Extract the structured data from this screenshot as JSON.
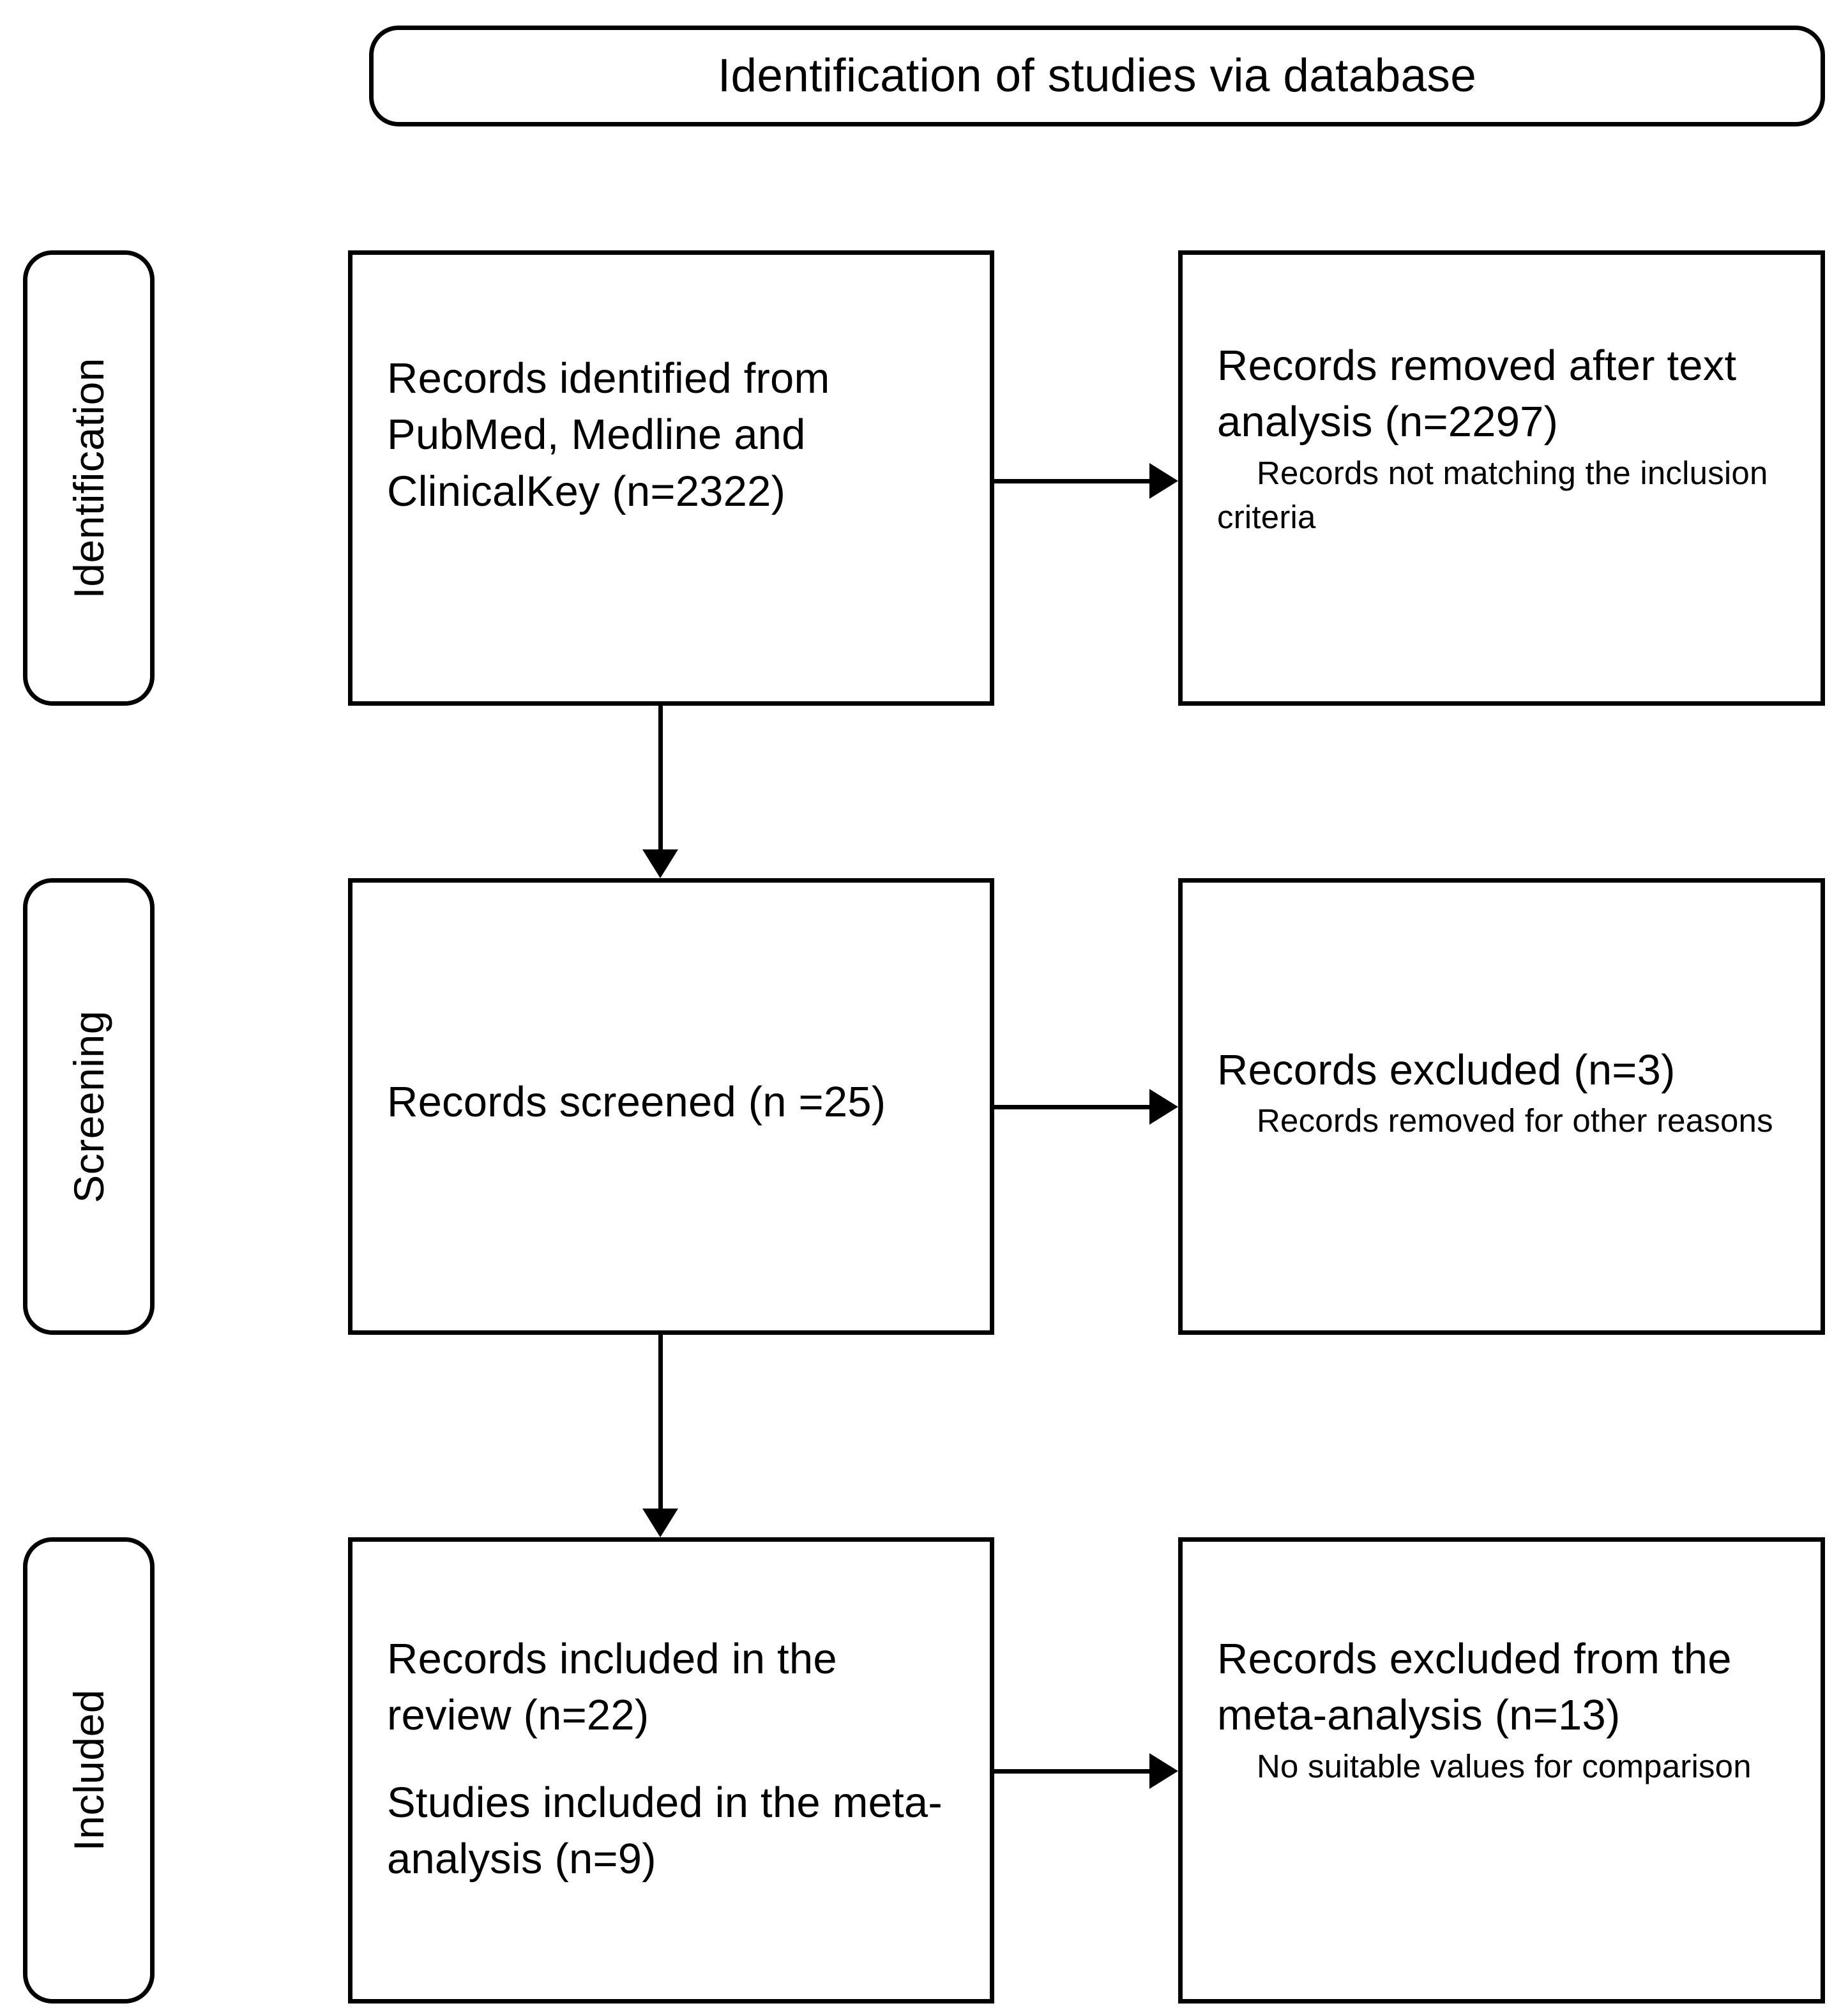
{
  "header": {
    "title": "Identification of studies via database"
  },
  "stages": [
    {
      "key": "identification",
      "label": "Identification"
    },
    {
      "key": "screening",
      "label": "Screening"
    },
    {
      "key": "included",
      "label": "Included"
    }
  ],
  "boxes": {
    "identified": {
      "main": "Records identified from PubMed, Medline and ClinicalKey (n=2322)"
    },
    "removed": {
      "main": "Records removed after text analysis (n=2297)",
      "sub": "Records not matching the inclusion criteria"
    },
    "screened": {
      "main": "Records screened (n =25)"
    },
    "excluded": {
      "main": "Records excluded (n=3)",
      "sub": "Records removed for other reasons"
    },
    "included": {
      "main_1": "Records included in the review (n=22)",
      "main_2": "Studies included in the meta-analysis (n=9)"
    },
    "excluded_meta": {
      "main": "Records excluded from the meta-analysis (n=13)",
      "sub": "No suitable values for comparison"
    }
  },
  "connectors": [
    {
      "name": "identified-to-removed",
      "direction": "right"
    },
    {
      "name": "identified-to-screened",
      "direction": "down"
    },
    {
      "name": "screened-to-excluded",
      "direction": "right"
    },
    {
      "name": "screened-to-included",
      "direction": "down"
    },
    {
      "name": "included-to-excluded-meta",
      "direction": "right"
    }
  ],
  "colors": {
    "stroke": "#000000",
    "background": "#ffffff"
  }
}
